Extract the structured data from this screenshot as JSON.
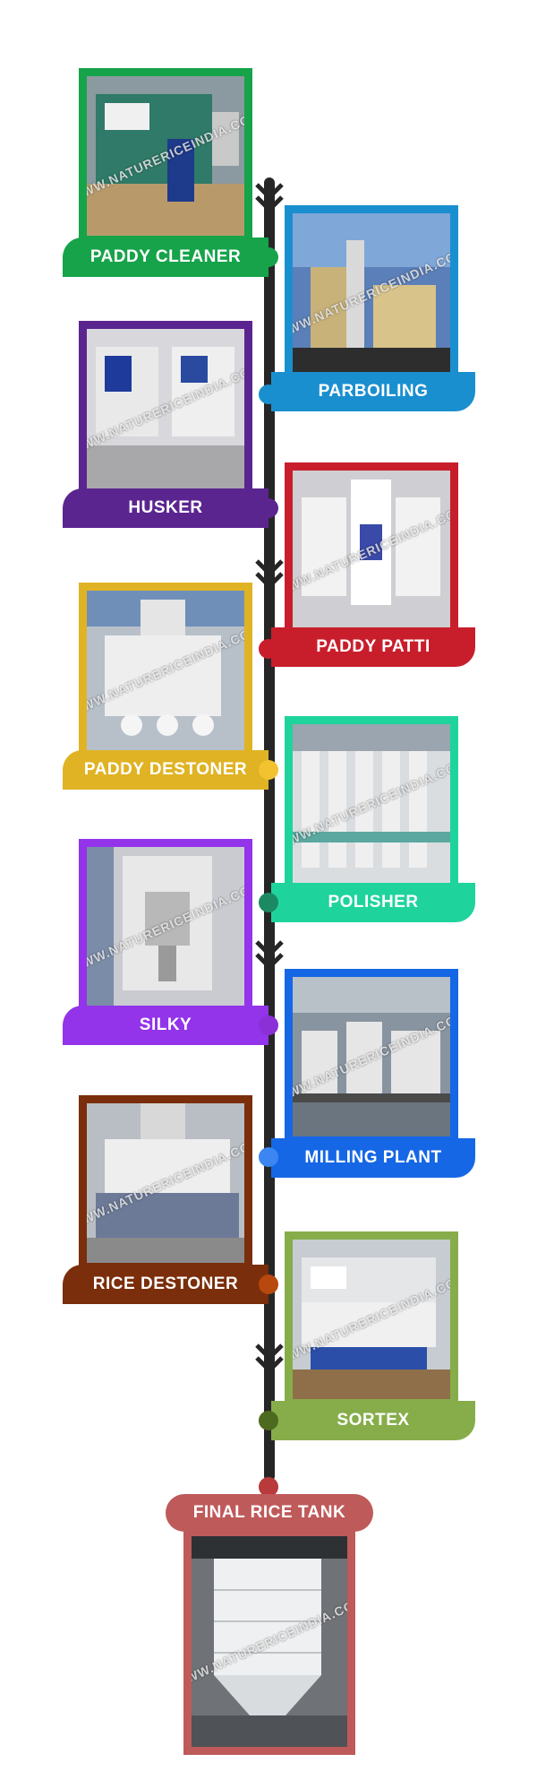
{
  "watermark": "WWW.NATURERICEINDIA.COM",
  "stages": [
    {
      "label": "PADDY CLEANER",
      "color": "#16a34a",
      "side": "left",
      "photo": "paddy-cleaner-machine"
    },
    {
      "label": "PARBOILING",
      "color": "#1a8fd0",
      "side": "right",
      "photo": "parboiling-plant"
    },
    {
      "label": "HUSKER",
      "color": "#5b2590",
      "side": "left",
      "photo": "husker-machine"
    },
    {
      "label": "PADDY PATTI",
      "color": "#c81e2c",
      "side": "right",
      "photo": "paddy-separator-machine"
    },
    {
      "label": "PADDY DESTONER",
      "color": "#e0b324",
      "side": "left",
      "photo": "paddy-destoner-machine"
    },
    {
      "label": "POLISHER",
      "color": "#1ed49c",
      "side": "right",
      "photo": "polisher-machines"
    },
    {
      "label": "SILKY",
      "color": "#9333ea",
      "side": "left",
      "photo": "silky-polisher-machine"
    },
    {
      "label": "MILLING PLANT",
      "color": "#1567e6",
      "side": "right",
      "photo": "milling-plant-interior"
    },
    {
      "label": "RICE DESTONER",
      "color": "#7a2e0b",
      "side": "left",
      "photo": "rice-destoner-machine"
    },
    {
      "label": "SORTEX",
      "color": "#86ad4a",
      "side": "right",
      "photo": "sortex-color-sorter"
    }
  ],
  "final": {
    "label": "FINAL RICE TANK",
    "color": "#bf5a5a",
    "photo": "final-rice-tank"
  },
  "spine_color": "#262626"
}
